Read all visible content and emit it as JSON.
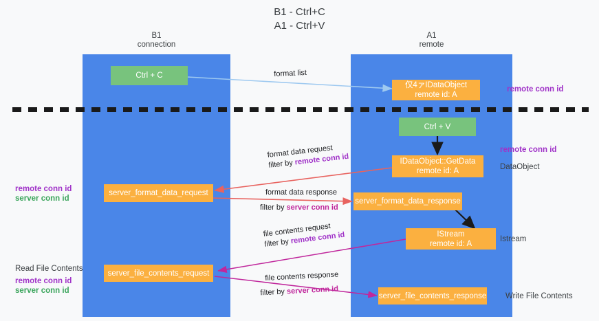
{
  "title": "B1 - Ctrl+C\nA1 - Ctrl+V",
  "lanes": [
    {
      "name": "b1",
      "header": "B1\nconnection"
    },
    {
      "name": "a1",
      "header": "A1\nremote"
    }
  ],
  "nodes": {
    "ctrl_c": "Ctrl + C",
    "idataobject": "仅4ァIDataObject\nremote id: A",
    "ctrl_v": "Ctrl + V",
    "getdata": "IDataObject::GetData\nremote id: A",
    "format_data_request": "server_format_data_request",
    "format_data_response": "server_format_data_response",
    "istream": "IStream\nremote id: A",
    "file_contents_request": "server_file_contents_request",
    "file_contents_response": "server_file_contents_response"
  },
  "annotations": {
    "right_remote_conn_id_top": "remote conn id",
    "right_remote_conn_id_mid": "remote conn id",
    "right_dataobject": "DataObject",
    "right_istream": "Istream",
    "right_write_file_contents": "Write File Contents",
    "left_remote_conn_id": "remote conn id",
    "left_server_conn_id": "server conn id",
    "left_read_file_contents": "Read File Contents",
    "left_remote_conn_id_2": "remote conn id",
    "left_server_conn_id_2": "server conn id"
  },
  "edges": {
    "format_list": "format list",
    "format_data_request_line1": "format data request",
    "format_data_request_prefix": "filter by ",
    "format_data_request_key": "remote conn id",
    "format_data_response_line1": "format data response",
    "format_data_response_prefix": "filter by ",
    "format_data_response_key": "server conn id",
    "file_contents_request_line1": "file contents request",
    "file_contents_request_prefix": "filter by ",
    "file_contents_request_key": "remote conn id",
    "file_contents_response_line1": "file contents response",
    "file_contents_response_prefix": "filter by ",
    "file_contents_response_key": "server conn id"
  },
  "colors": {
    "lane": "#4a86e8",
    "green_node": "#78c37d",
    "orange_node": "#fbb040",
    "purple": "#a033c8",
    "green_text": "#3ba55c",
    "magenta_arrow": "#c0279c",
    "red_arrow": "#e8635f",
    "light_blue_arrow": "#9ec9f0",
    "black_arrow": "#1a1a1a"
  }
}
